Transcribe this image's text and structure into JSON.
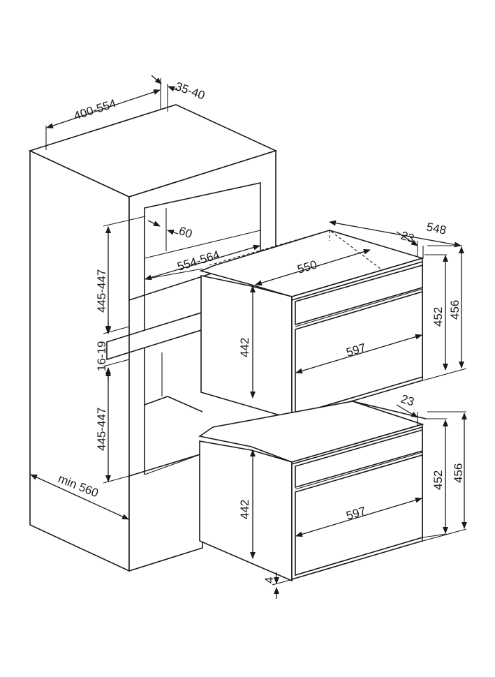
{
  "dimensions": {
    "cabinet_depth": "400-554",
    "back_gap": "35-40",
    "vent_gap": "60",
    "niche_width": "554-564",
    "upper_niche_height": "445-447",
    "shelf_gap": "16-19",
    "lower_niche_height": "445-447",
    "min_width": "min 560",
    "oven_depth_total": "548",
    "top_depth": "23",
    "body_width": "550",
    "body_height_upper": "442",
    "panel_height_upper": "452",
    "front_height_upper": "456",
    "front_width_upper": "597",
    "top_depth_lower": "23",
    "body_height_lower": "442",
    "panel_height_lower": "452",
    "front_height_lower": "456",
    "front_width_lower": "597",
    "bottom_gap": "4"
  },
  "colors": {
    "line": "#1a1a1a",
    "background": "#ffffff"
  }
}
